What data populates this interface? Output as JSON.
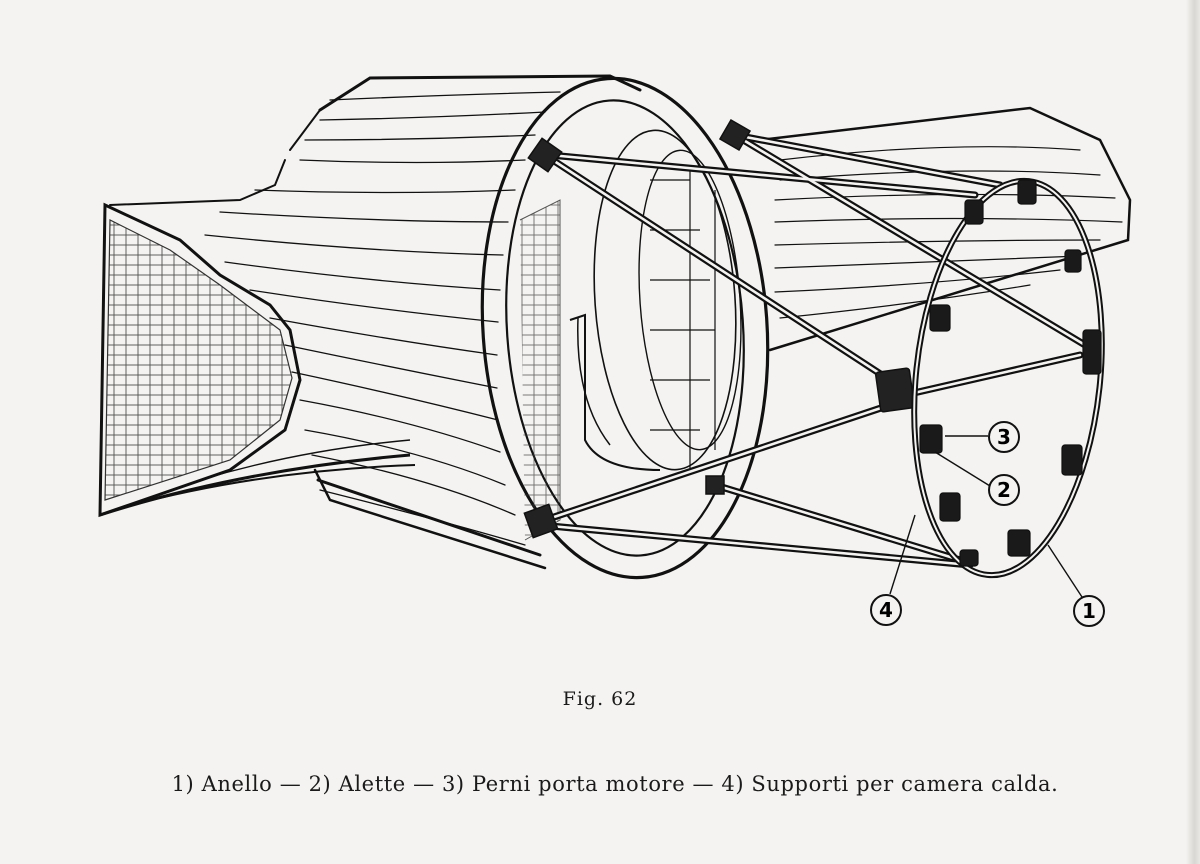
{
  "figure": {
    "callouts": [
      {
        "number": "1",
        "name": "callout-1"
      },
      {
        "number": "2",
        "name": "callout-2"
      },
      {
        "number": "3",
        "name": "callout-3"
      },
      {
        "number": "4",
        "name": "callout-4"
      }
    ],
    "label": "Fig. 62"
  },
  "caption": {
    "text": "1) Anello — 2) Alette — 3) Perni porta motore — 4) Supporti per camera calda."
  }
}
